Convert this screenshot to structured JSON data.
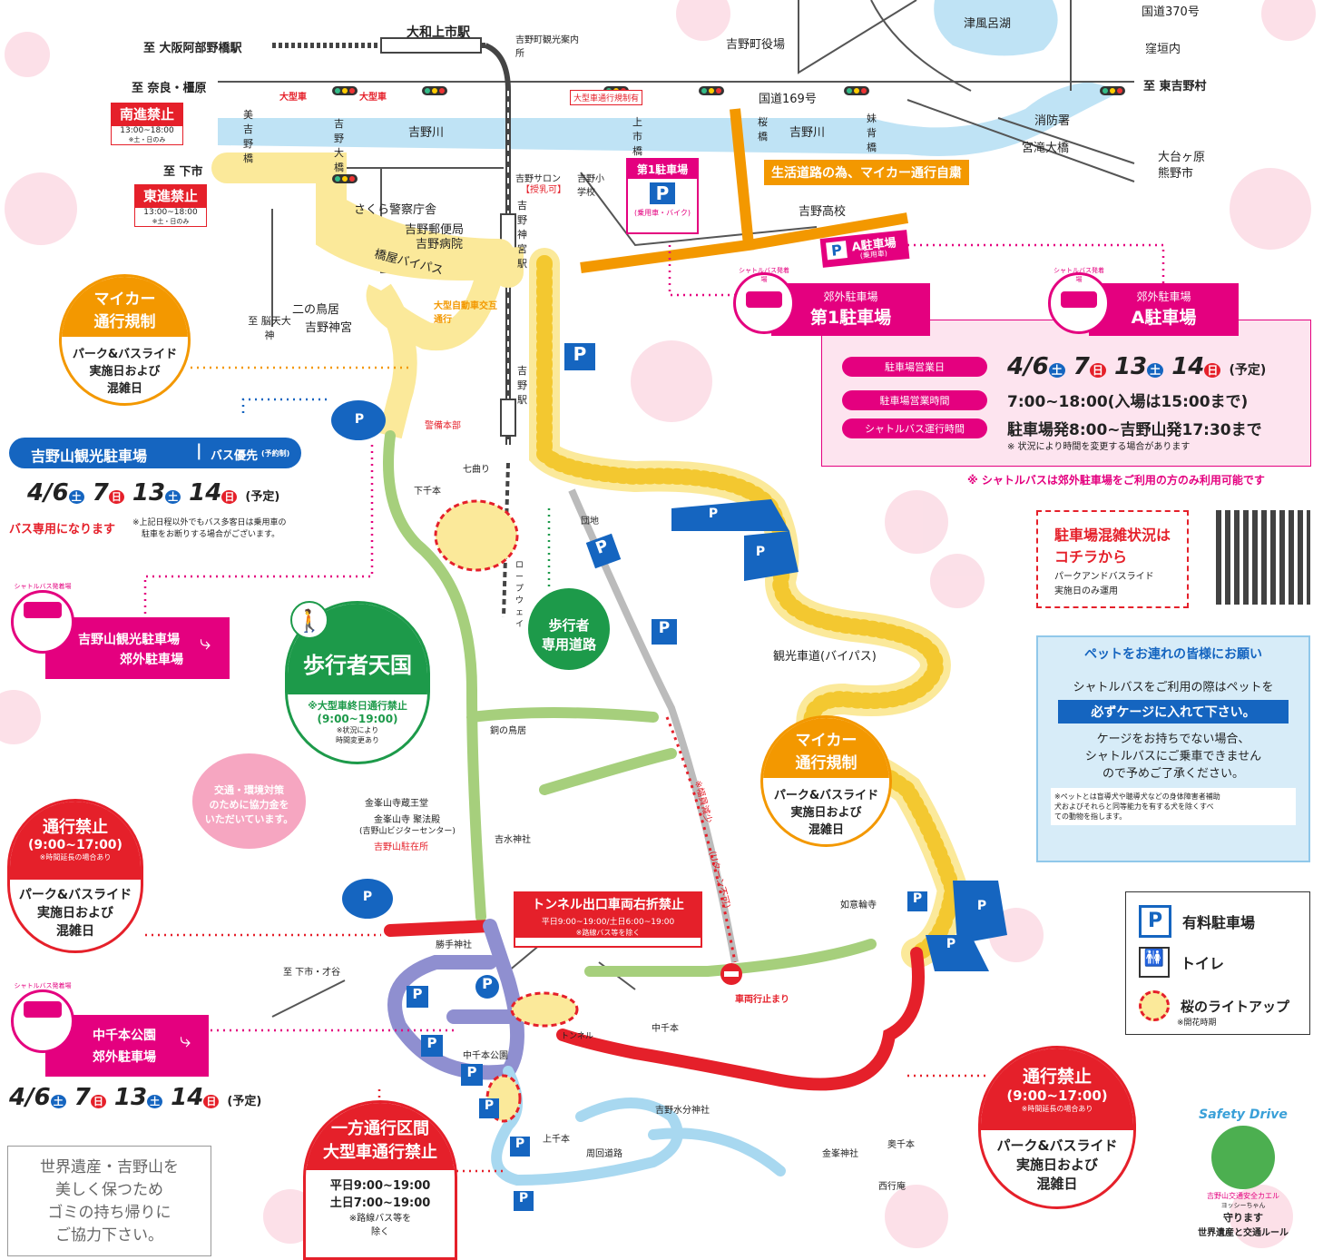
{
  "colors": {
    "road_yellow": "#fbe99a",
    "road_green": "#a6cf7c",
    "road_red": "#e5202a",
    "road_orange": "#f39800",
    "road_purple": "#8f8fd0",
    "road_blue": "#a8d8f0",
    "river": "#bfe3f5",
    "parking": "#1565c0",
    "magenta": "#e4007f",
    "walk_green": "#1d9a4a"
  },
  "stations": {
    "yamato": "大和上市駅",
    "yoshino_jingu": "吉野神宮駅",
    "yoshino": "吉野駅"
  },
  "directions": {
    "osaka": "至 大阪阿部野橋駅",
    "nara": "至 奈良・橿原",
    "shimoichi": "至 下市",
    "noten": "至 脳天大神",
    "shimoichi_saitani": "至 下市・才谷",
    "east_yoshino": "至 東吉野村",
    "odaigahara": "大台ヶ原",
    "kumano": "熊野市",
    "route370": "国道370号",
    "kubogaki": "窪垣内",
    "route169": "国道169号"
  },
  "places": {
    "tourist_info": "吉野町観光案内所",
    "town_office": "吉野町役場",
    "tsuburo": "津風呂湖",
    "fire": "消防署",
    "miyataki": "宮滝大橋",
    "yoshino_river1": "吉野川",
    "yoshino_river2": "吉野川",
    "miyoshino": "美吉野橋",
    "yoshino_ohashi": "吉野大橋",
    "kamiichi": "上市橋",
    "sakura_bridge": "桜橋",
    "imose": "妹背橋",
    "salon": "吉野サロン",
    "salon_sub": "【授乳可】",
    "school": "吉野小学校",
    "highschool": "吉野高校",
    "police": "さくら警察庁舎",
    "post": "吉野郵便局",
    "hospital": "吉野病院",
    "bypass": "橋屋バイパス",
    "torii2": "二の鳥居",
    "jingu": "吉野神宮",
    "bigcar_alt": "大型自動車交互通行",
    "hq": "警備本部",
    "shimo_senbon": "下千本",
    "nanamagari": "七曲り",
    "ropeway": "ロープウェイ",
    "danchi": "団地",
    "kanko": "観光車道(バイパス)",
    "dou_torii": "銅の鳥居",
    "kinpusen": "金峯山寺蔵王堂",
    "jubo": "金峯山寺 聚法殿",
    "visitor": "(吉野山ビジターセンター)",
    "chuzaisho": "吉野山駐在所",
    "kissui": "吉水神社",
    "katsute": "勝手神社",
    "nyoirin": "如意輪寺",
    "naka_park": "中千本公園",
    "tunnel": "トンネル",
    "naka_senbon": "中千本",
    "mikumari": "吉野水分神社",
    "kami_senbon": "上千本",
    "loop": "周回道路",
    "kinpu_shrine": "金峯神社",
    "saigyo": "西行庵",
    "oku_senbon": "奥千本",
    "narrow": "※幅員減少",
    "uturn": "(Uターン不可)",
    "stop": "車両行止まり"
  },
  "restrictions": {
    "bigcar": "大型車",
    "bigcar2": "大型車",
    "big_reg": "大型車通行規制有",
    "south_title": "南進禁止",
    "south_time": "13:00~18:00",
    "south_note": "※土・日のみ",
    "east_title": "東進禁止",
    "east_time": "13:00~18:00",
    "east_note": "※土・日のみ",
    "seikatsu": "生活道路の為、マイカー通行自粛",
    "tunnel_title": "トンネル出口車両右折禁止",
    "tunnel_time": "平日9:00~19:00/土日6:00~19:00",
    "tunnel_note": "※路線バス等を除く"
  },
  "lot1": {
    "title": "第1駐車場",
    "p": "P",
    "sub": "(乗用車・バイク)"
  },
  "lotA": {
    "p": "P",
    "title": "A駐車場",
    "sub": "(乗用車)"
  },
  "shuttle": {
    "tag": "シャトルバス発着場",
    "lot1_top": "郊外駐車場",
    "lot1_main": "第1駐車場",
    "lotA_top": "郊外駐車場",
    "lotA_main": "A駐車場",
    "row1_label": "駐車場営業日",
    "row2_label": "駐車場営業時間",
    "row2_val": "7:00~18:00(入場は15:00まで)",
    "row3_label": "シャトルバス運行時間",
    "row3_val": "駐車場発8:00~吉野山発17:30まで",
    "row3_note": "※ 状況により時間を変更する場合があります",
    "note": "※ シャトルバスは郊外駐車場をご利用の方のみ利用可能です"
  },
  "dates": {
    "d1": "4/6",
    "d2": "7",
    "d3": "13",
    "d4": "14",
    "sat": "土",
    "sun": "日",
    "plan": "(予定)"
  },
  "mycar1": {
    "t1": "マイカー",
    "t2": "通行規制",
    "b1": "パーク&バスライド",
    "b2": "実施日および",
    "b3": "混雑日"
  },
  "mycar2": {
    "t1": "マイカー",
    "t2": "通行規制",
    "b1": "パーク&バスライド",
    "b2": "実施日および",
    "b3": "混雑日"
  },
  "closed1": {
    "t1": "通行禁止",
    "t2": "(9:00~17:00)",
    "t3": "※時間延長の場合あり",
    "b1": "パーク&バスライド",
    "b2": "実施日および",
    "b3": "混雑日"
  },
  "closed2": {
    "t1": "通行禁止",
    "t2": "(9:00~17:00)",
    "t3": "※時間延長の場合あり",
    "b1": "パーク&バスライド",
    "b2": "実施日および",
    "b3": "混雑日"
  },
  "kanko_lot": {
    "title": "吉野山観光駐車場",
    "sep": "バス優先",
    "sub": "(予約制)",
    "bus_only": "バス専用になります",
    "note1": "※上記日程以外でもバス多客日は乗用車の",
    "note2": "駐車をお断りする場合がございます。"
  },
  "shuttle_left1": {
    "tag": "シャトルバス発着場",
    "l1": "吉野山観光駐車場",
    "l2": "郊外駐車場"
  },
  "shuttle_left2": {
    "tag": "シャトルバス発着場",
    "l1": "中千本公園",
    "l2": "郊外駐車場"
  },
  "pedestrian": {
    "title": "歩行者天国",
    "l1": "※大型車終日通行禁止",
    "l2": "(9:00~19:00)",
    "l3": "※状況により",
    "l4": "時間変更あり"
  },
  "walk_road": {
    "l1": "歩行者",
    "l2": "専用道路"
  },
  "cooperation": {
    "l1": "交通・環境対策",
    "l2": "のために協力金を",
    "l3": "いただいています。"
  },
  "oneway": {
    "t1": "一方通行区間",
    "t2": "大型車通行禁止",
    "b1": "平日9:00~19:00",
    "b2": "土日7:00~19:00",
    "b3": "※路線バス等を",
    "b4": "除く"
  },
  "congestion": {
    "l1": "駐車場混雑状況は",
    "l2": "コチラから",
    "l3": "パークアンドバスライド",
    "l4": "実施日のみ運用"
  },
  "pet": {
    "title": "ペットをお連れの皆様にお願い",
    "l1": "シャトルバスをご利用の際はペットを",
    "l2": "必ずケージに入れて下さい。",
    "l3": "ケージをお持ちでない場合、",
    "l4": "シャトルバスにご乗車できません",
    "l5": "ので予めご了承ください。",
    "n1": "※ペットとは盲導犬や聴導犬などの身体障害者補助",
    "n2": "犬およびそれらと同等能力を有する犬を除くすべ",
    "n3": "ての動物を指します。"
  },
  "legend": {
    "parking": "有料駐車場",
    "toilet": "トイレ",
    "lightup": "桜のライトアップ",
    "lightup_note": "※開花時期"
  },
  "world_heritage": {
    "l1": "世界遺産・吉野山を",
    "l2": "美しく保つため",
    "l3": "ゴミの持ち帰りに",
    "l4": "ご協力下さい。"
  },
  "safety": {
    "top": "Safety Drive",
    "name": "ヨッシーちゃん",
    "badge": "吉野山交通安全カエル",
    "l1": "守ります",
    "l2": "世界遺産と交通ルール"
  },
  "p_mark": "P"
}
